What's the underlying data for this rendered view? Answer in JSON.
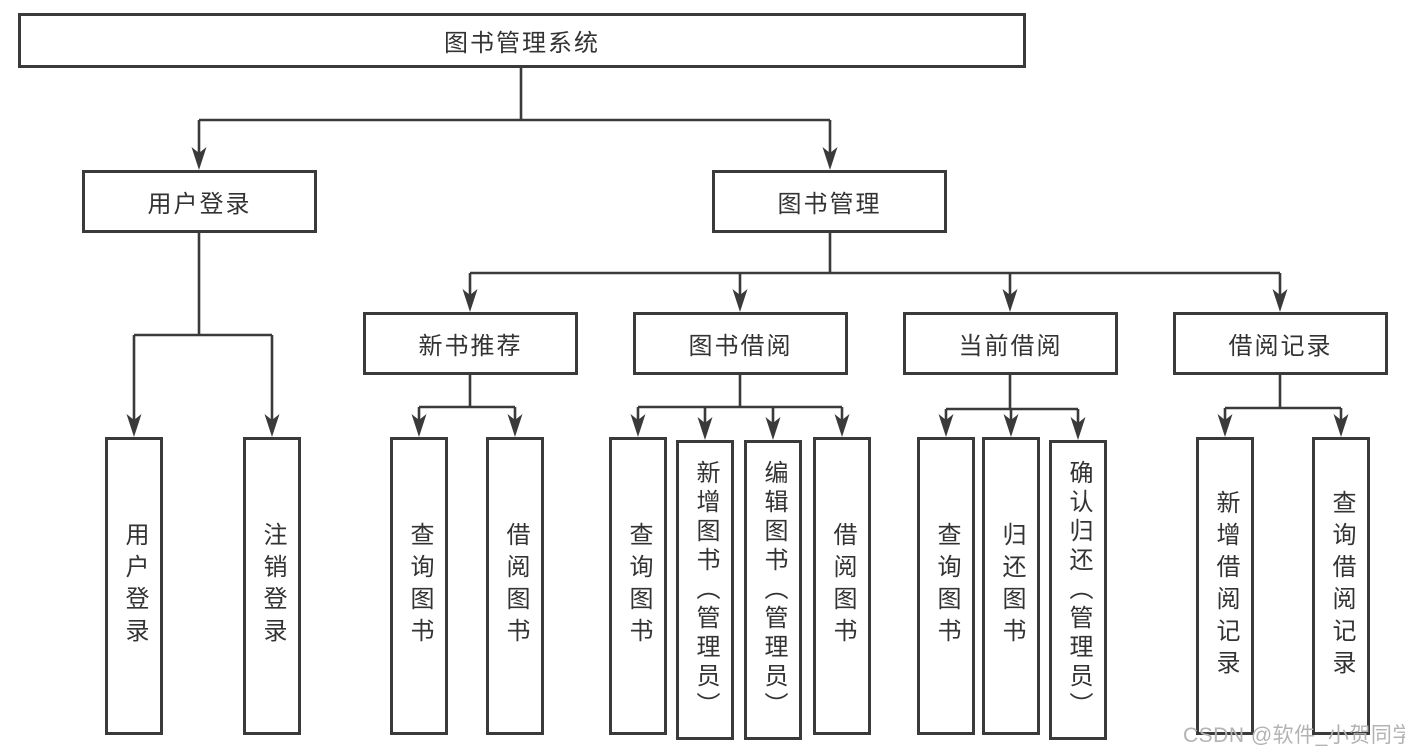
{
  "diagram": {
    "root": "图书管理系统",
    "user_login": {
      "label": "用户登录",
      "children": [
        "用户登录",
        "注销登录"
      ]
    },
    "book_mgmt": {
      "label": "图书管理",
      "modules": {
        "new_book": {
          "label": "新书推荐",
          "children": [
            "查询图书",
            "借阅图书"
          ]
        },
        "book_borrow": {
          "label": "图书借阅",
          "children": [
            "查询图书",
            "新增图书（管理员）",
            "编辑图书（管理员）",
            "借阅图书"
          ]
        },
        "current_borrow": {
          "label": "当前借阅",
          "children": [
            "查询图书",
            "归还图书",
            "确认归还（管理员）"
          ]
        },
        "borrow_record": {
          "label": "借阅记录",
          "children": [
            "新增借阅记录",
            "查询借阅记录"
          ]
        }
      }
    }
  },
  "watermark": {
    "text": "CSDN @软件_小贺同学"
  },
  "colors": {
    "line": "#3a3a3a",
    "text": "#333333",
    "box_background": "#ffffff",
    "watermark": "#b3b3b3",
    "page_background": "#ffffff"
  }
}
